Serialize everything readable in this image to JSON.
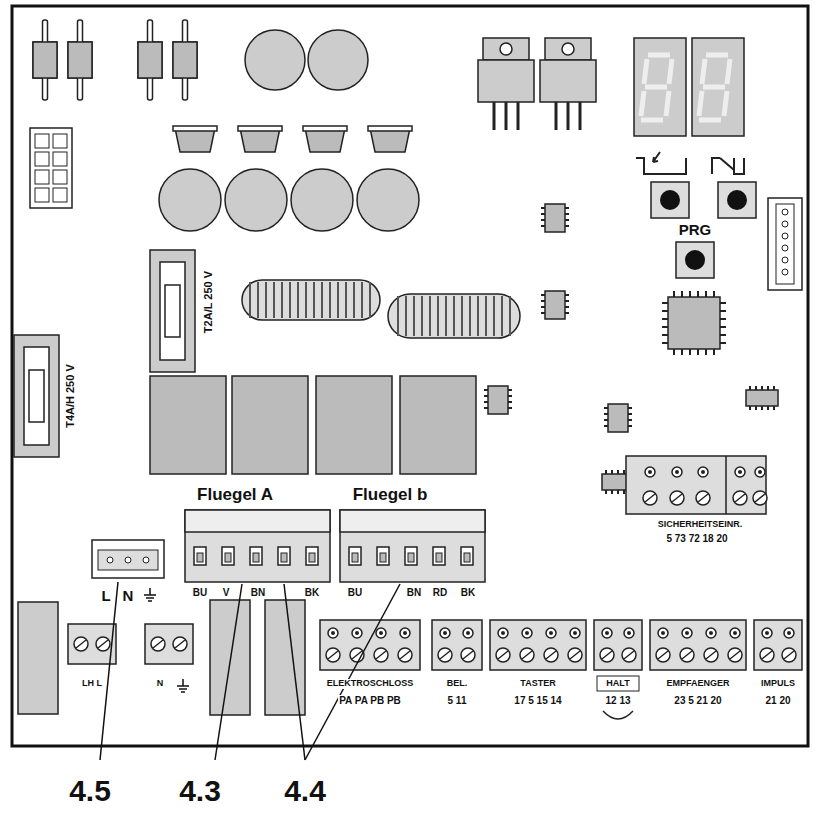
{
  "diagram": {
    "labels": [
      "T2A/L 250 V",
      "T4A/H 250 V",
      "PRG",
      "Fluegel A",
      "Fluegel b",
      "BU",
      "V",
      "BN",
      "BK",
      "BU",
      "BN",
      "RD",
      "BK",
      "SICHERHEITSEINR.",
      "5 73 72 18 20",
      "L",
      "N",
      "LH L",
      "N",
      "ELEKTROSCHLOSS",
      "PA PA PB PB",
      "BEL.",
      "5 11",
      "TASTER",
      "17 5 15 14",
      "HALT",
      "12 13",
      "EMPFAENGER",
      "23 5 21 20",
      "IMPULS",
      "21 20",
      "4.5",
      "4.3",
      "4.4"
    ]
  }
}
